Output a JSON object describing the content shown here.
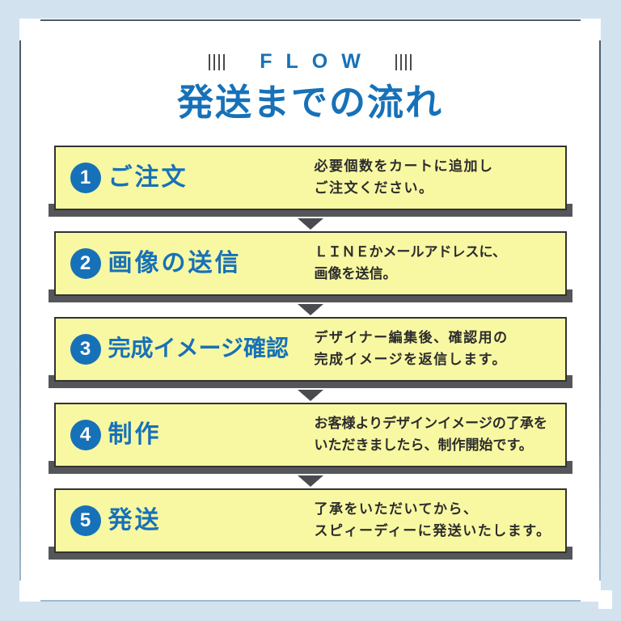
{
  "header": {
    "kicker": "FLOW",
    "title": "発送までの流れ"
  },
  "steps": [
    {
      "num": "1",
      "title": "ご注文",
      "desc_lines": [
        "必要個数をカートに追加し",
        "ご注文ください。"
      ]
    },
    {
      "num": "2",
      "title": "画像の送信",
      "desc_lines": [
        "ＬＩＮＥかメールアドレスに、",
        "画像を送信。"
      ]
    },
    {
      "num": "3",
      "title": "完成イメージ確認",
      "desc_lines": [
        "デザイナー編集後、確認用の",
        "完成イメージを返信します。"
      ]
    },
    {
      "num": "4",
      "title": "制作",
      "desc_lines": [
        "お客様よりデザインイメージの了承を",
        "いただきましたら、制作開始です。"
      ]
    },
    {
      "num": "5",
      "title": "発送",
      "desc_lines": [
        "了承をいただいてから、",
        "スピィーディーに発送いたします。"
      ]
    }
  ],
  "colors": {
    "accent_blue": "#1771b8",
    "box_yellow": "#f8f8a3",
    "box_border": "#333333",
    "shadow_gray": "#55565a",
    "arrow_gray": "#4a4b4f",
    "frame_blue": "#d3e2ef",
    "frame_line_dark": "#4e5d69",
    "frame_line_light": "#9fbace",
    "text_dark": "#2c2c2c"
  }
}
